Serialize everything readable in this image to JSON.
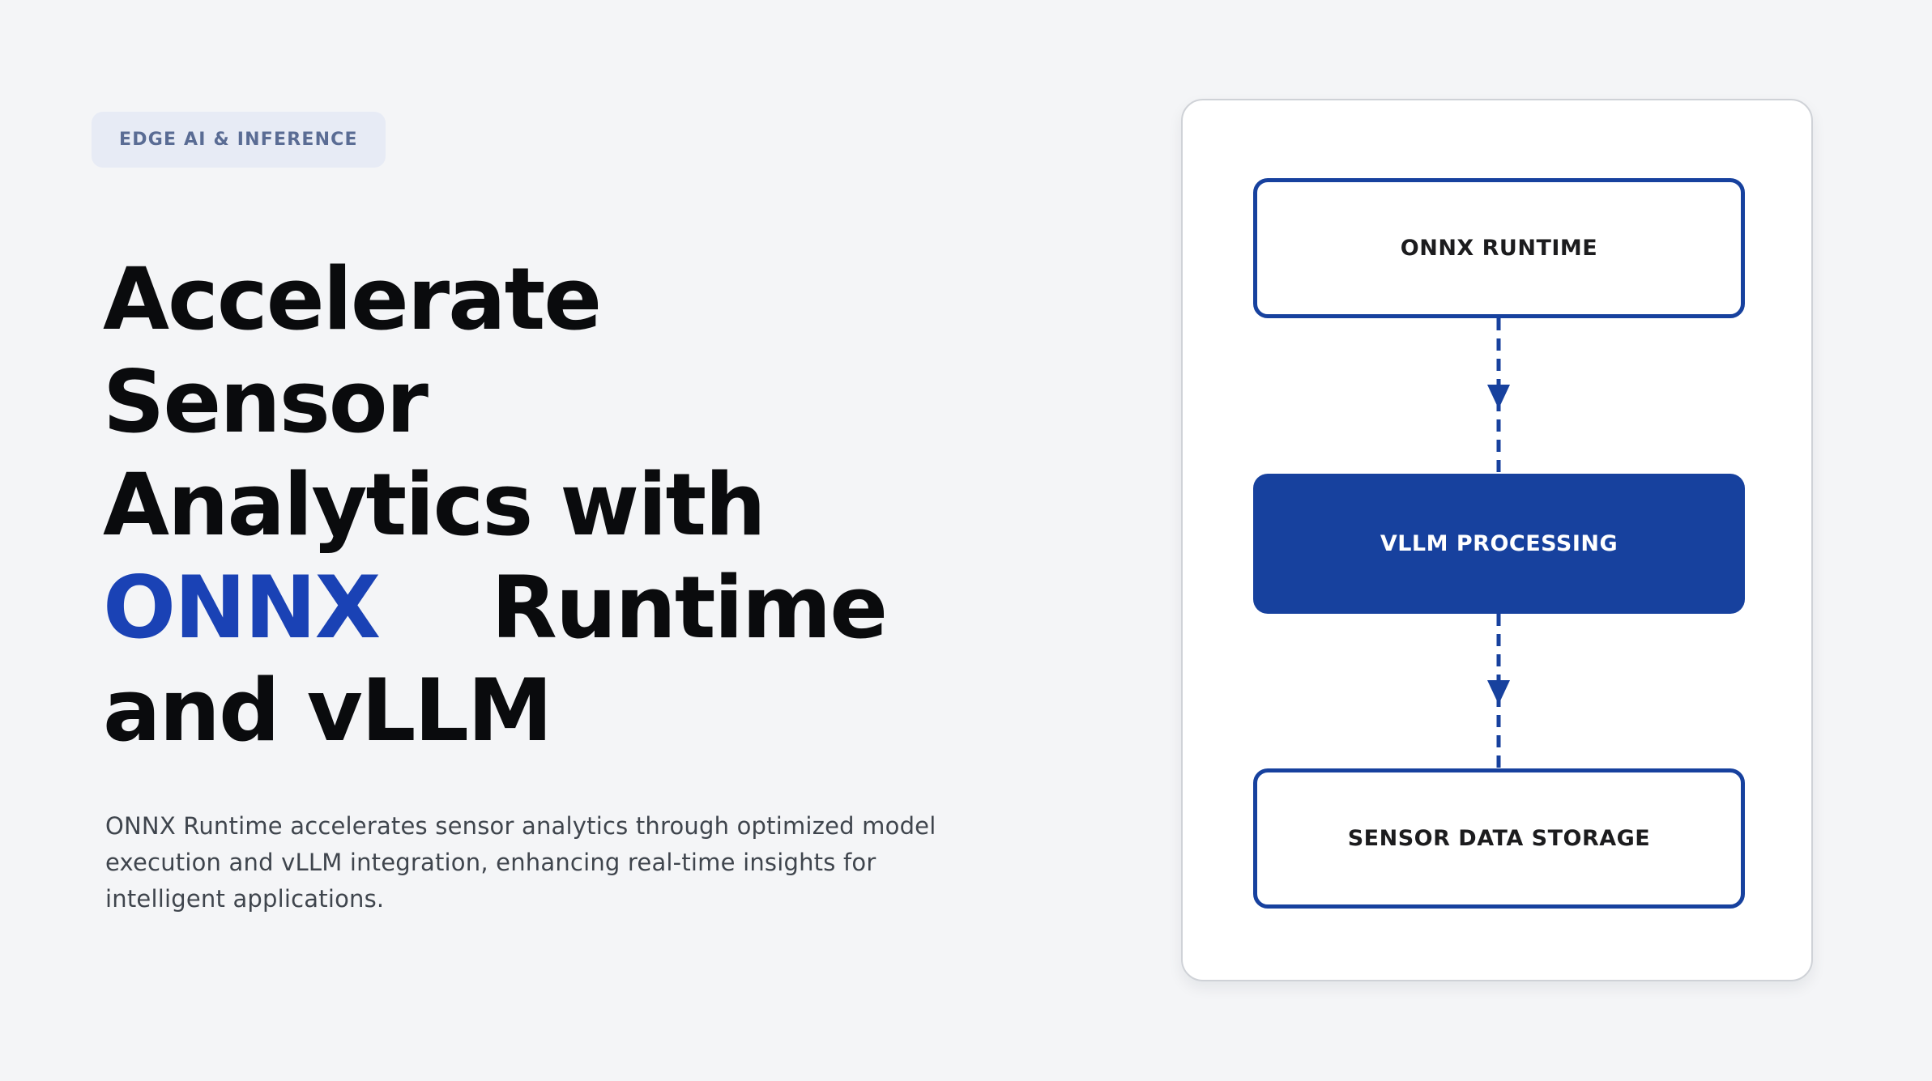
{
  "page": {
    "background_color": "#f4f5f7"
  },
  "hero": {
    "badge": {
      "label": "EDGE AI & INFERENCE",
      "bg_color": "#e7ebf5",
      "text_color": "#5a6c94"
    },
    "headline": {
      "line1": "Accelerate",
      "line2": "Sensor",
      "line3": "Analytics with",
      "line4_highlight": "ONNX",
      "line4_rest": "Runtime",
      "line5": "and vLLM",
      "highlight_color": "#1a42b5",
      "text_color": "#0a0b0d"
    },
    "description": {
      "lines": [
        "ONNX Runtime accelerates sensor analytics through optimized model",
        "execution and vLLM integration, enhancing real-time insights for",
        "intelligent applications."
      ],
      "text_color": "#3f454d"
    }
  },
  "diagram": {
    "card_bg": "#ffffff",
    "card_border_color": "#cfd2d7",
    "accent_blue": "#17419e",
    "nodes": [
      {
        "label": "ONNX RUNTIME",
        "variant": "outline"
      },
      {
        "label": "VLLM PROCESSING",
        "variant": "filled"
      },
      {
        "label": "SENSOR DATA STORAGE",
        "variant": "outline"
      }
    ],
    "connector_style": "dashed-arrow-down"
  }
}
